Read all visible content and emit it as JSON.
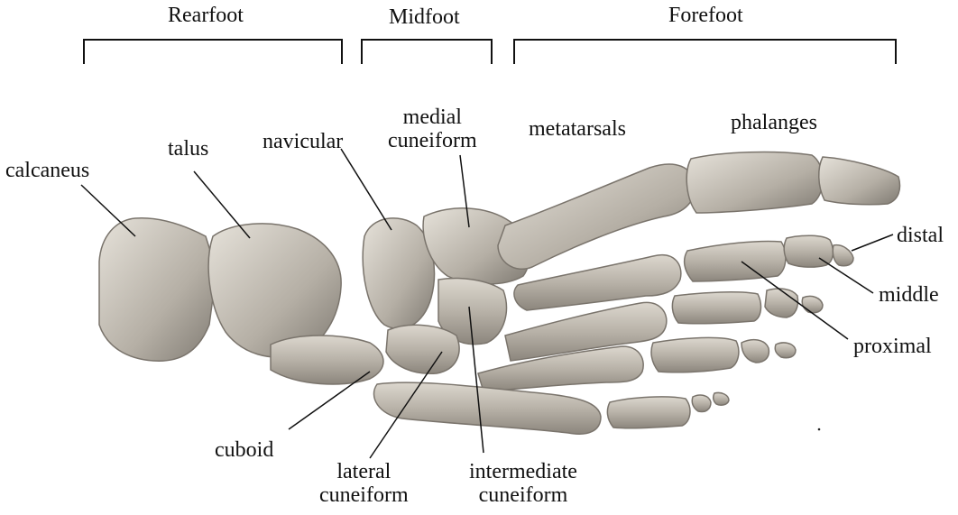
{
  "regions": {
    "rearfoot": "Rearfoot",
    "midfoot": "Midfoot",
    "forefoot": "Forefoot"
  },
  "labels": {
    "calcaneus": "calcaneus",
    "talus": "talus",
    "navicular": "navicular",
    "medial_cuneiform": [
      "medial",
      "cuneiform"
    ],
    "metatarsals": "metatarsals",
    "phalanges": "phalanges",
    "distal": "distal",
    "middle": "middle",
    "proximal": "proximal",
    "cuboid": "cuboid",
    "lateral_cuneiform": [
      "lateral",
      "cuneiform"
    ],
    "intermediate_cuneiform": [
      "intermediate",
      "cuneiform"
    ]
  },
  "colors": {
    "bone": "#bdb7ad",
    "bone_shadow": "#8a847b",
    "bone_highlight": "#e4e0d8",
    "line": "#111111"
  }
}
